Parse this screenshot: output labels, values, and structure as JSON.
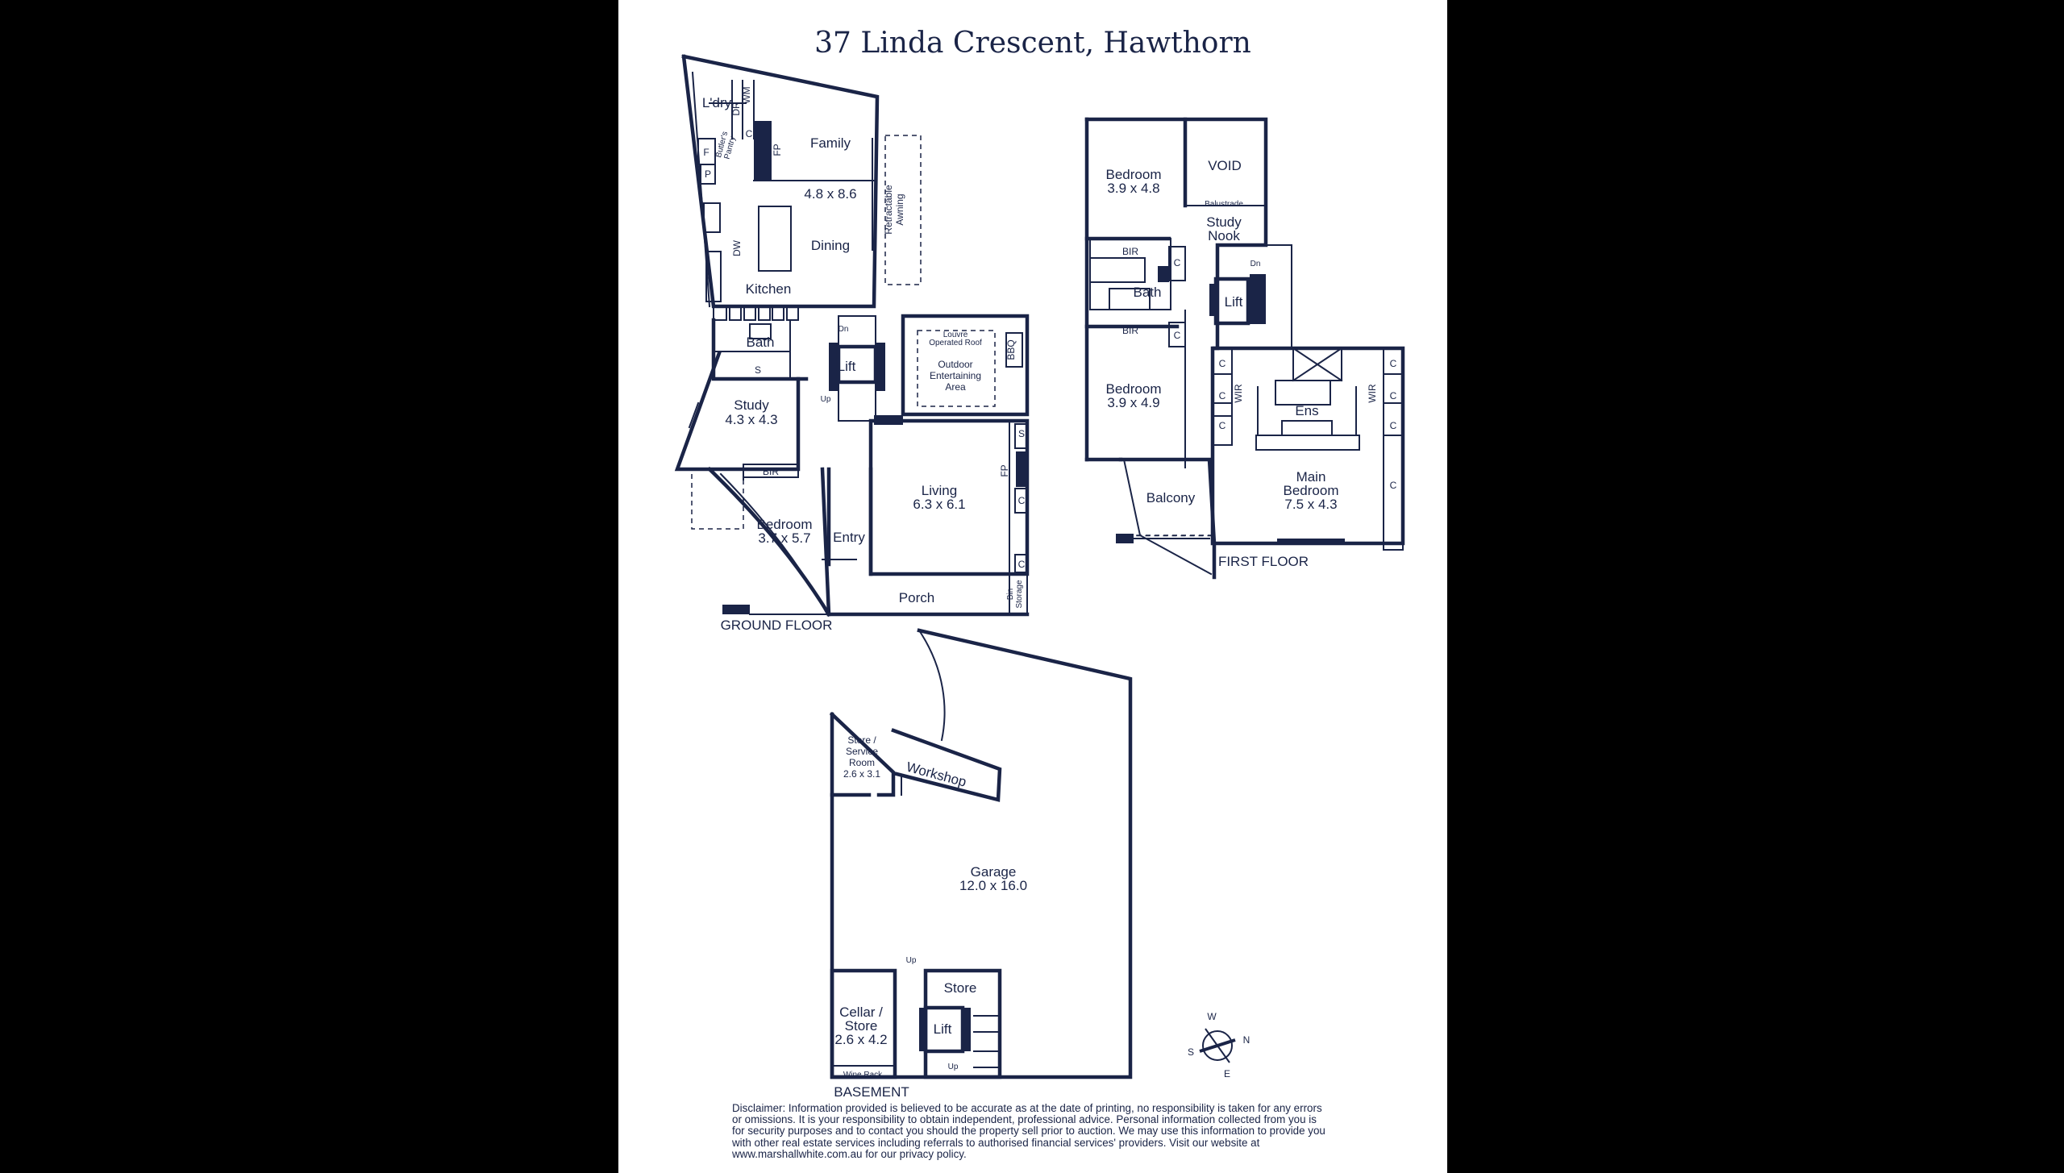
{
  "title": "37 Linda Crescent, Hawthorn",
  "colors": {
    "ink": "#1a2447",
    "paper": "#ffffff",
    "backdrop": "#000000"
  },
  "floors": {
    "ground": "GROUND FLOOR",
    "first": "FIRST FLOOR",
    "basement": "BASEMENT"
  },
  "ground_rooms": {
    "laundry": "L'dry",
    "dr": "DR",
    "wm": "WM",
    "family": "Family",
    "family_size": "4.8 x 8.6",
    "fp": "FP",
    "butlers": "Butler's",
    "pantry": "Pantry",
    "f": "F",
    "p": "P",
    "c": "C",
    "dw": "DW",
    "dining": "Dining",
    "kitchen": "Kitchen",
    "retractable": "Retractable",
    "awning": "Awning",
    "bath": "Bath",
    "dn": "Dn",
    "up": "Up",
    "lift": "Lift",
    "s": "S",
    "louvre1": "Louvre",
    "louvre2": "Operated Roof",
    "outdoor1": "Outdoor",
    "outdoor2": "Entertaining",
    "outdoor3": "Area",
    "bbq": "BBQ",
    "study": "Study",
    "study_size": "4.3 x 4.3",
    "bir": "BIR",
    "bedroom": "Bedroom",
    "bedroom_size": "3.7 x 5.7",
    "entry": "Entry",
    "living": "Living",
    "living_size": "6.3 x 6.1",
    "porch": "Porch",
    "bin_storage1": "Bin",
    "bin_storage2": "Storage"
  },
  "first_rooms": {
    "bedroom": "Bedroom",
    "bed1_size": "3.9 x 4.8",
    "void": "VOID",
    "balustrade": "Balustrade",
    "study_nook1": "Study",
    "study_nook2": "Nook",
    "bir": "BIR",
    "bath": "Bath",
    "c": "C",
    "dn": "Dn",
    "lift": "Lift",
    "bed2_size": "3.9 x 4.9",
    "wir": "WIR",
    "ens": "Ens",
    "main1": "Main",
    "main2": "Bedroom",
    "main_size": "7.5 x 4.3",
    "balcony": "Balcony"
  },
  "basement_rooms": {
    "store_service1": "Store /",
    "store_service2": "Service",
    "store_service3": "Room",
    "store_service_size": "2.6 x 3.1",
    "workshop": "Workshop",
    "garage": "Garage",
    "garage_size": "12.0 x 16.0",
    "up": "Up",
    "store": "Store",
    "cellar1": "Cellar /",
    "cellar2": "Store",
    "cellar_size": "2.6 x 4.2",
    "lift": "Lift",
    "wine_rack": "Wine Rack"
  },
  "compass": {
    "w": "W",
    "n": "N",
    "s": "S",
    "e": "E"
  },
  "disclaimer": "Disclaimer: Information provided is believed to be accurate as at the date of printing, no responsibility is taken for any errors or omissions. It is your responsibility to obtain independent, professional advice. Personal information collected from you is for security purposes and to contact you should the property sell prior to auction. We may use this information to provide you with other real estate services including referrals to authorised financial services' providers. Visit our website at www.marshallwhite.com.au for our privacy policy."
}
